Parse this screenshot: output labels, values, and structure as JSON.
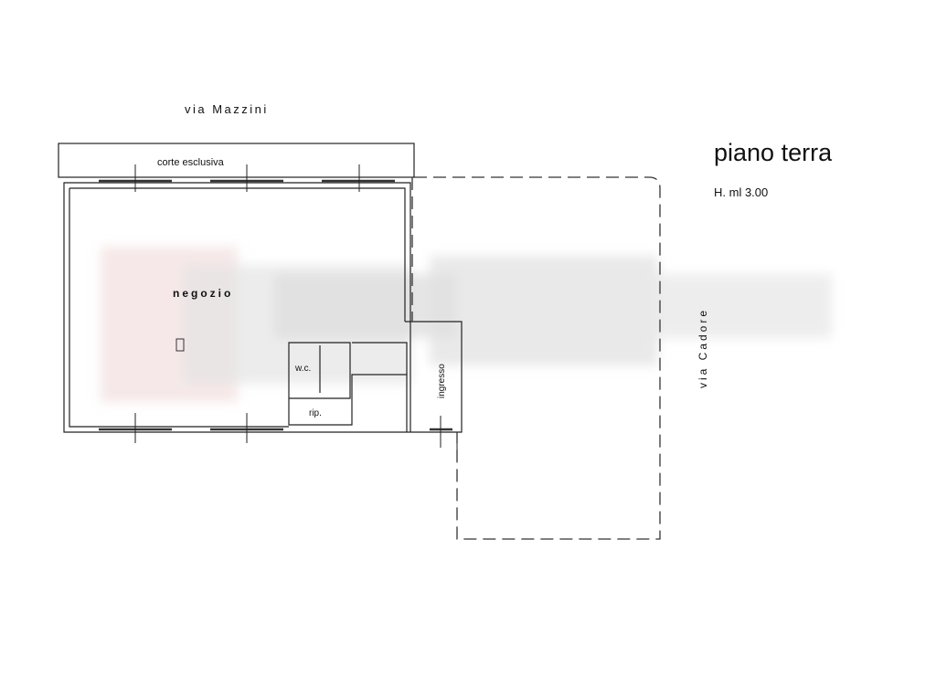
{
  "plan": {
    "title": "piano terra",
    "height_note": "H. ml 3.00",
    "streets": {
      "north": "via Mazzini",
      "east": "via Cadore"
    },
    "rooms": {
      "court": "corte esclusiva",
      "shop": "negozio",
      "wc": "w.c.",
      "storage": "rip.",
      "entrance": "ingresso"
    }
  }
}
